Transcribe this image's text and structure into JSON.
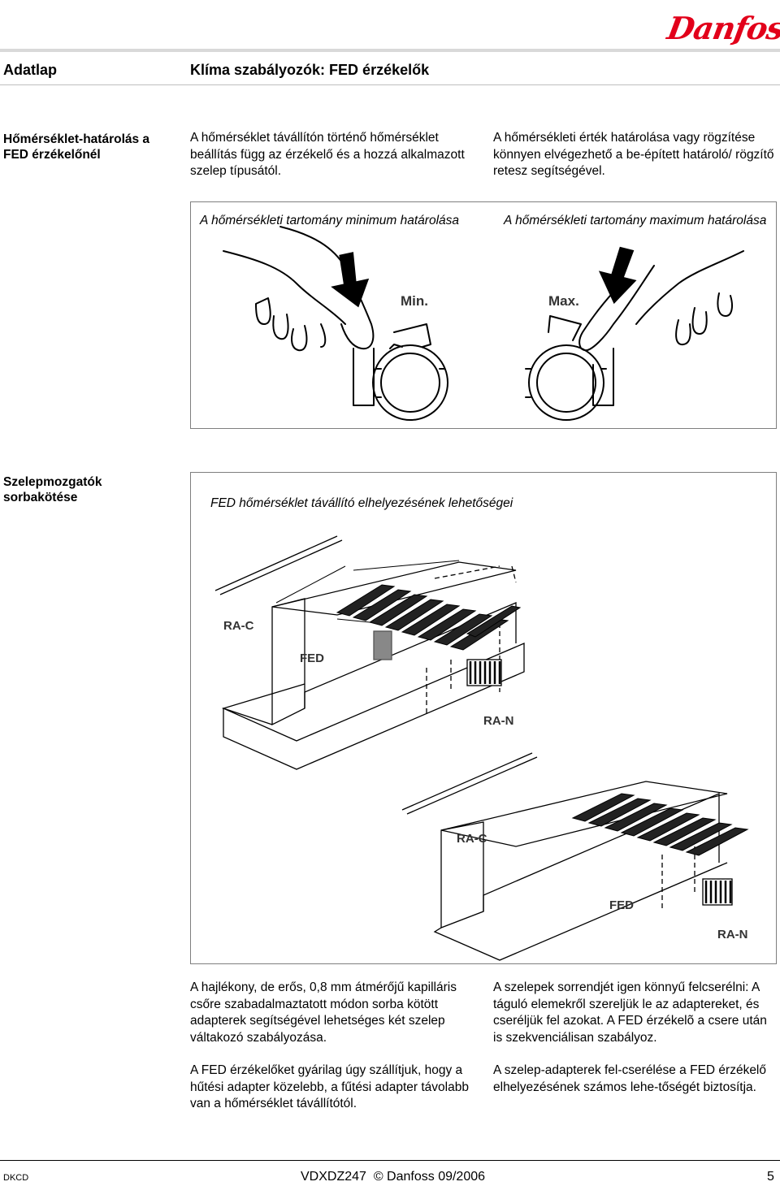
{
  "brand": {
    "logo": "Danfoss"
  },
  "header": {
    "left": "Adatlap",
    "title": "Klíma szabályozók: FED érzékelők"
  },
  "section1": {
    "heading": "Hőmérséklet-határolás a FED érzékelőnél",
    "col1": "A hőmérséklet távállítón történő hőmérséklet beállítás függ az érzékelő és a hozzá alkalmazott szelep típusától.",
    "col2": "A hőmérsékleti érték határolása vagy rögzítése könnyen elvégezhető a be-épített határoló/ rögzítő retesz segítségével.",
    "figure": {
      "caption_left": "A hőmérsékleti tartomány minimum  határolása",
      "caption_right": "A hőmérsékleti tartomány maximum határolása",
      "label_min": "Min.",
      "label_max": "Max."
    }
  },
  "section2": {
    "heading": "Szelepmozgatók sorbakötése",
    "figure": {
      "caption": "FED hőmérséklet távállító elhelyezésének lehetőségei",
      "top": {
        "ra_c": "RA-C",
        "fed": "FED",
        "ra_n": "RA-N"
      },
      "bottom": {
        "ra_c": "RA-C",
        "fed": "FED",
        "ra_n": "RA-N"
      }
    },
    "col1_p1": "A hajlékony, de erős, 0,8 mm átmérőjű kapilláris csőre szabadalmaztatott módon sorba kötött adapterek segítségével lehetséges két szelep váltakozó szabályozása.",
    "col1_p2": "A FED érzékelőket gyárilag úgy szállítjuk, hogy a hűtési adapter közelebb, a fűtési adapter távolabb van a hőmérséklet távállítótól.",
    "col2_p1": "A szelepek sorrendjét igen könnyű felcserélni: A táguló elemekről szereljük le az adaptereket, és cseréljük fel azokat. A FED érzékelõ a csere után is szekvenciálisan szabályoz.",
    "col2_p2": "A szelep-adapterek fel-cserélése a FED érzékelő elhelyezésének számos lehe-tőségét biztosítja."
  },
  "footer": {
    "left": "DKCD",
    "center": "VDXDZ247  © Danfoss 09/2006",
    "page": "5"
  }
}
